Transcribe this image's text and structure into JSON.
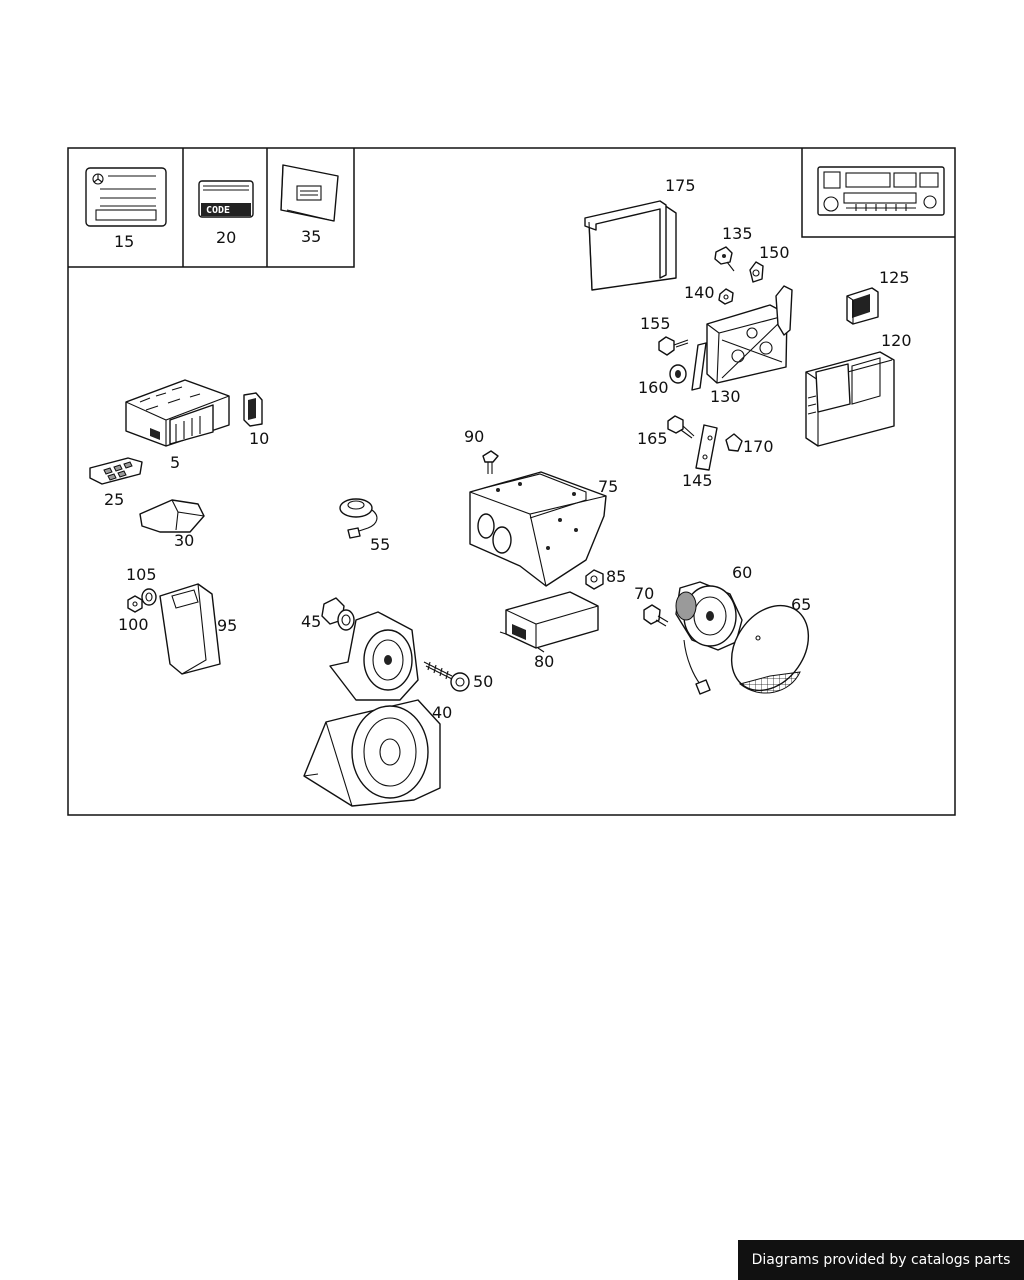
{
  "part_labels": {
    "p5": "5",
    "p10": "10",
    "p15": "15",
    "p20": "20",
    "p25": "25",
    "p30": "30",
    "p35": "35",
    "p40": "40",
    "p45": "45",
    "p50": "50",
    "p55": "55",
    "p60": "60",
    "p65": "65",
    "p70": "70",
    "p75": "75",
    "p80": "80",
    "p85": "85",
    "p90": "90",
    "p95": "95",
    "p100": "100",
    "p105": "105",
    "p120": "120",
    "p125": "125",
    "p130": "130",
    "p135": "135",
    "p140": "140",
    "p145": "145",
    "p150": "150",
    "p155": "155",
    "p160": "160",
    "p165": "165",
    "p170": "170",
    "p175": "175"
  },
  "code_card_text": "CODE",
  "footer_text": "Diagrams provided by catalogs parts"
}
